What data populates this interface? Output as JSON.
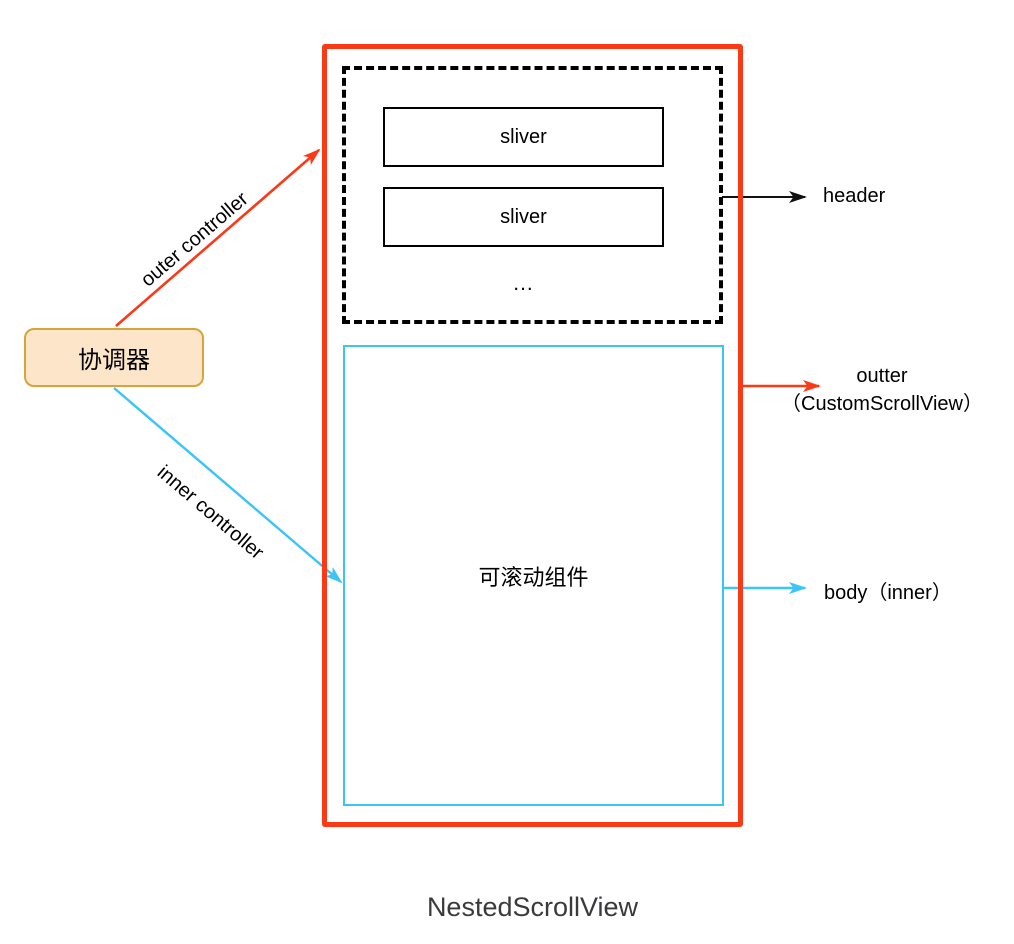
{
  "title": "NestedScrollView",
  "colors": {
    "red": "#FA3A17",
    "cyan": "#3CC4F7",
    "orange_border": "#D9A33C",
    "orange_fill": "#FCE5C9",
    "title_gray": "#3A3A3C"
  },
  "coordinator": {
    "label": "协调器"
  },
  "arrows": {
    "outer": {
      "label": "outer controller",
      "color": "#FA3A17"
    },
    "inner": {
      "label": "inner controller",
      "color": "#3CC4F7"
    }
  },
  "header_box": {
    "slivers": [
      "sliver",
      "sliver"
    ],
    "ellipsis": "..."
  },
  "body_box": {
    "label": "可滚动组件"
  },
  "annotations": {
    "header": "header",
    "outter_line1": "outter",
    "outter_line2": "（CustomScrollView）",
    "body": "body（inner）"
  }
}
